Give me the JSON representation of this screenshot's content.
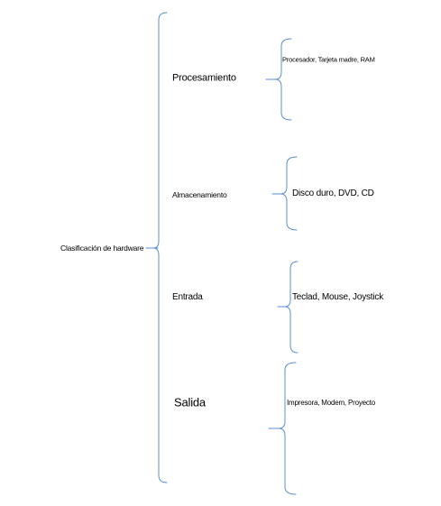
{
  "diagram": {
    "root": "Clasificación de hardware",
    "categories": [
      {
        "label": "Procesamiento",
        "items": "Procesador, Tarjeta madre, RAM"
      },
      {
        "label": "Almacenamiento",
        "items": "Disco duro, DVD, CD"
      },
      {
        "label": "Entrada",
        "items": "Teclad, Mouse, Joystick"
      },
      {
        "label": "Salida",
        "items": "Impresora, Modem, Proyecto"
      }
    ]
  },
  "colors": {
    "bracket": "#5b8fd0",
    "text": "#000000",
    "background": "#ffffff"
  }
}
